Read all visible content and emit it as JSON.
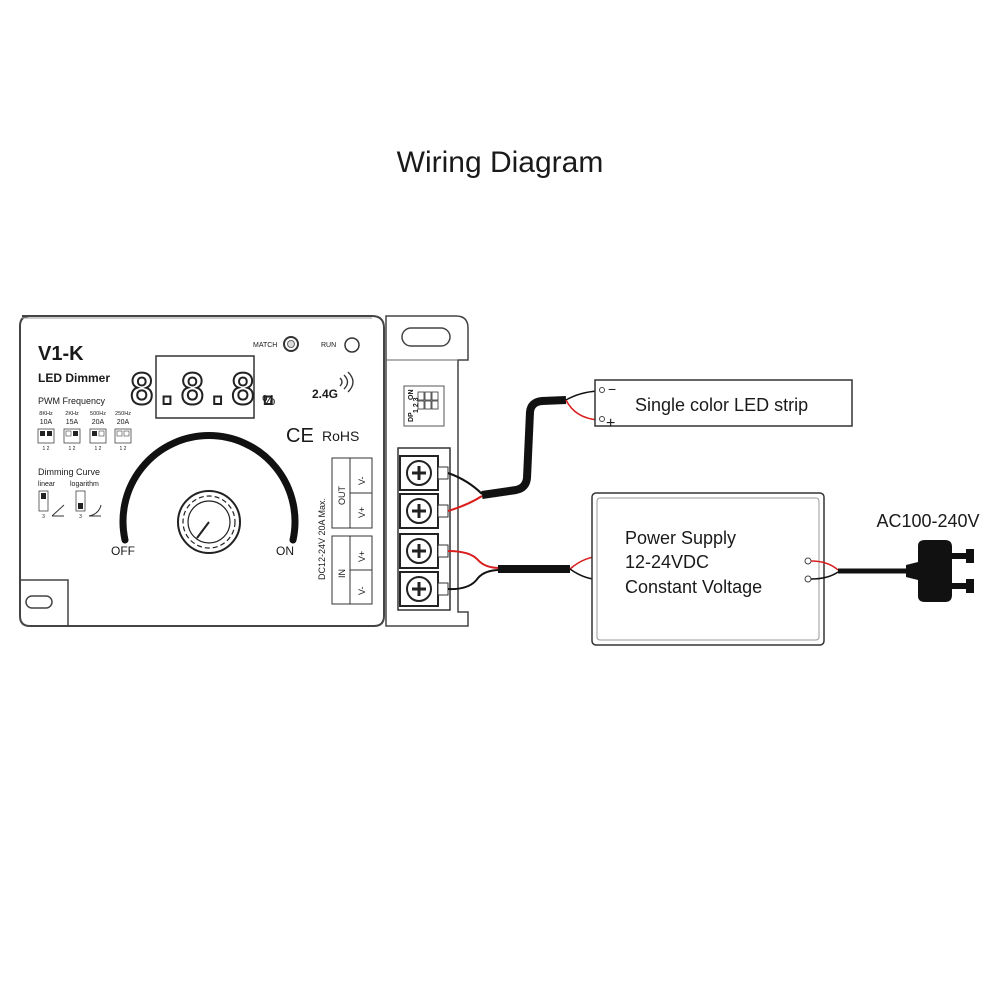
{
  "title": "Wiring Diagram",
  "device": {
    "model": "V1-K",
    "subtitle": "LED Dimmer",
    "match_label": "MATCH",
    "run_label": "RUN",
    "display_digits": "8.8.8.",
    "percent_sign": "%",
    "wireless_label": "2.4G",
    "ce_mark": "CE",
    "rohs_mark": "RoHS",
    "pwm": {
      "heading": "PWM Frequency",
      "freqs": [
        "8KHz",
        "2KHz",
        "500Hz",
        "250Hz"
      ],
      "currents": [
        "10A",
        "15A",
        "20A",
        "20A"
      ],
      "switch_nums": "1 2"
    },
    "dimming": {
      "heading": "Dimming Curve",
      "linear": "linear",
      "log": "logarithm",
      "switch_num": "3"
    },
    "knob_off": "OFF",
    "knob_on": "ON",
    "dip": {
      "on_label": "ON",
      "dp_label": "DP",
      "nums": "1 2 3"
    },
    "rating_label": "DC12-24V  20A Max.",
    "terminals": {
      "out_label": "OUT",
      "in_label": "IN",
      "v_minus": "V-",
      "v_plus": "V+"
    }
  },
  "led_strip": {
    "label": "Single color LED strip",
    "minus": "−",
    "plus": "+"
  },
  "power_supply": {
    "line1": "Power Supply",
    "line2": "12-24VDC",
    "line3": "Constant Voltage"
  },
  "mains": {
    "label": "AC100-240V"
  },
  "colors": {
    "wire_red": "#d81e1e",
    "wire_black": "#111111",
    "outline": "#333333"
  }
}
